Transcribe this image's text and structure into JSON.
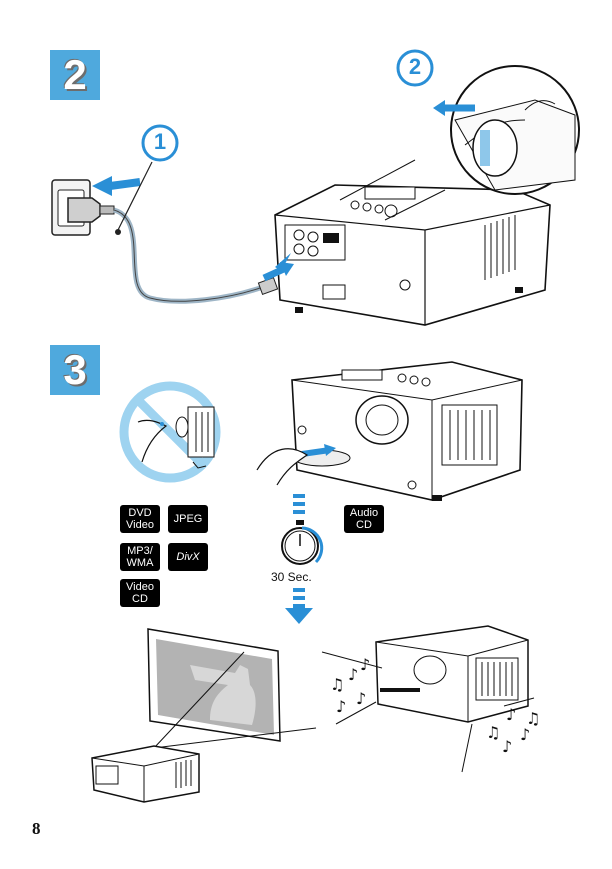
{
  "steps": {
    "two": "2",
    "three": "3"
  },
  "callouts": {
    "one": "1",
    "two": "2"
  },
  "formats_left": [
    {
      "label": "DVD\nVideo"
    },
    {
      "label": "JPEG"
    },
    {
      "label": "MP3/\nWMA"
    },
    {
      "label": "DivX"
    },
    {
      "label": "Video\nCD"
    }
  ],
  "formats_right": [
    {
      "label": "Audio\nCD"
    }
  ],
  "timer": {
    "label": "30 Sec."
  },
  "page_number": "8",
  "colors": {
    "step_blue": "#4fa9dd",
    "arrow_blue": "#2a8fd6",
    "prohibit_blue": "#9ed3f0"
  },
  "icons": [
    "power-plug-icon",
    "power-button-icon",
    "disc-insert-icon",
    "no-touch-lens-icon",
    "stopwatch-icon",
    "music-notes-icon"
  ]
}
